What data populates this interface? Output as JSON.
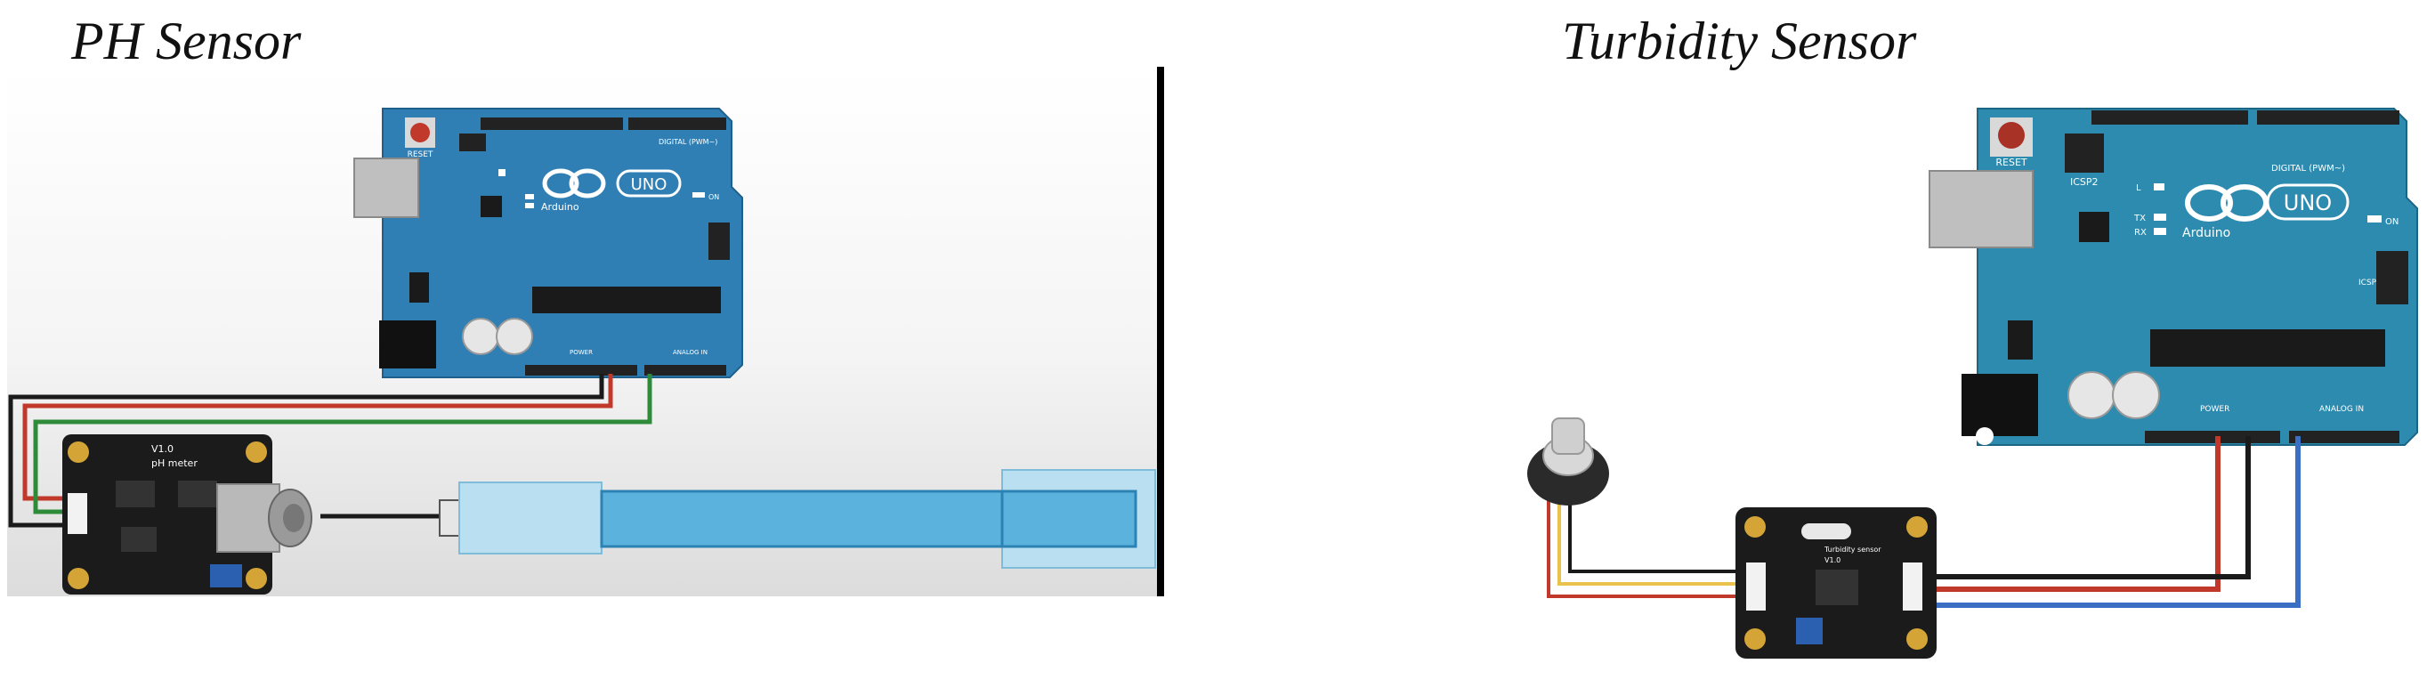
{
  "captions": {
    "left": "PH Sensor",
    "right": "Turbidity Sensor"
  },
  "board": {
    "brand": "Arduino",
    "model": "UNO",
    "reset": "RESET",
    "icsp2": "ICSP2",
    "icsp": "ICSP",
    "digital": "DIGITAL (PWM~)",
    "power": "POWER",
    "analog": "ANALOG IN",
    "on": "ON",
    "tx": "TX",
    "rx": "RX",
    "l": "L"
  },
  "ph_module": {
    "label": "pH meter",
    "version": "V1.0"
  },
  "turbidity_module": {
    "label": "Turbidity sensor",
    "version": "V1.0"
  },
  "colors": {
    "board": "#2f7fb5",
    "board_right": "#2d8bb0",
    "wire_black": "#1a1a1a",
    "wire_red": "#c0392b",
    "wire_green": "#2e8b3a",
    "wire_blue": "#3b6fc4",
    "wire_yellow": "#e8c24a",
    "probe": "#5bb3dd"
  }
}
